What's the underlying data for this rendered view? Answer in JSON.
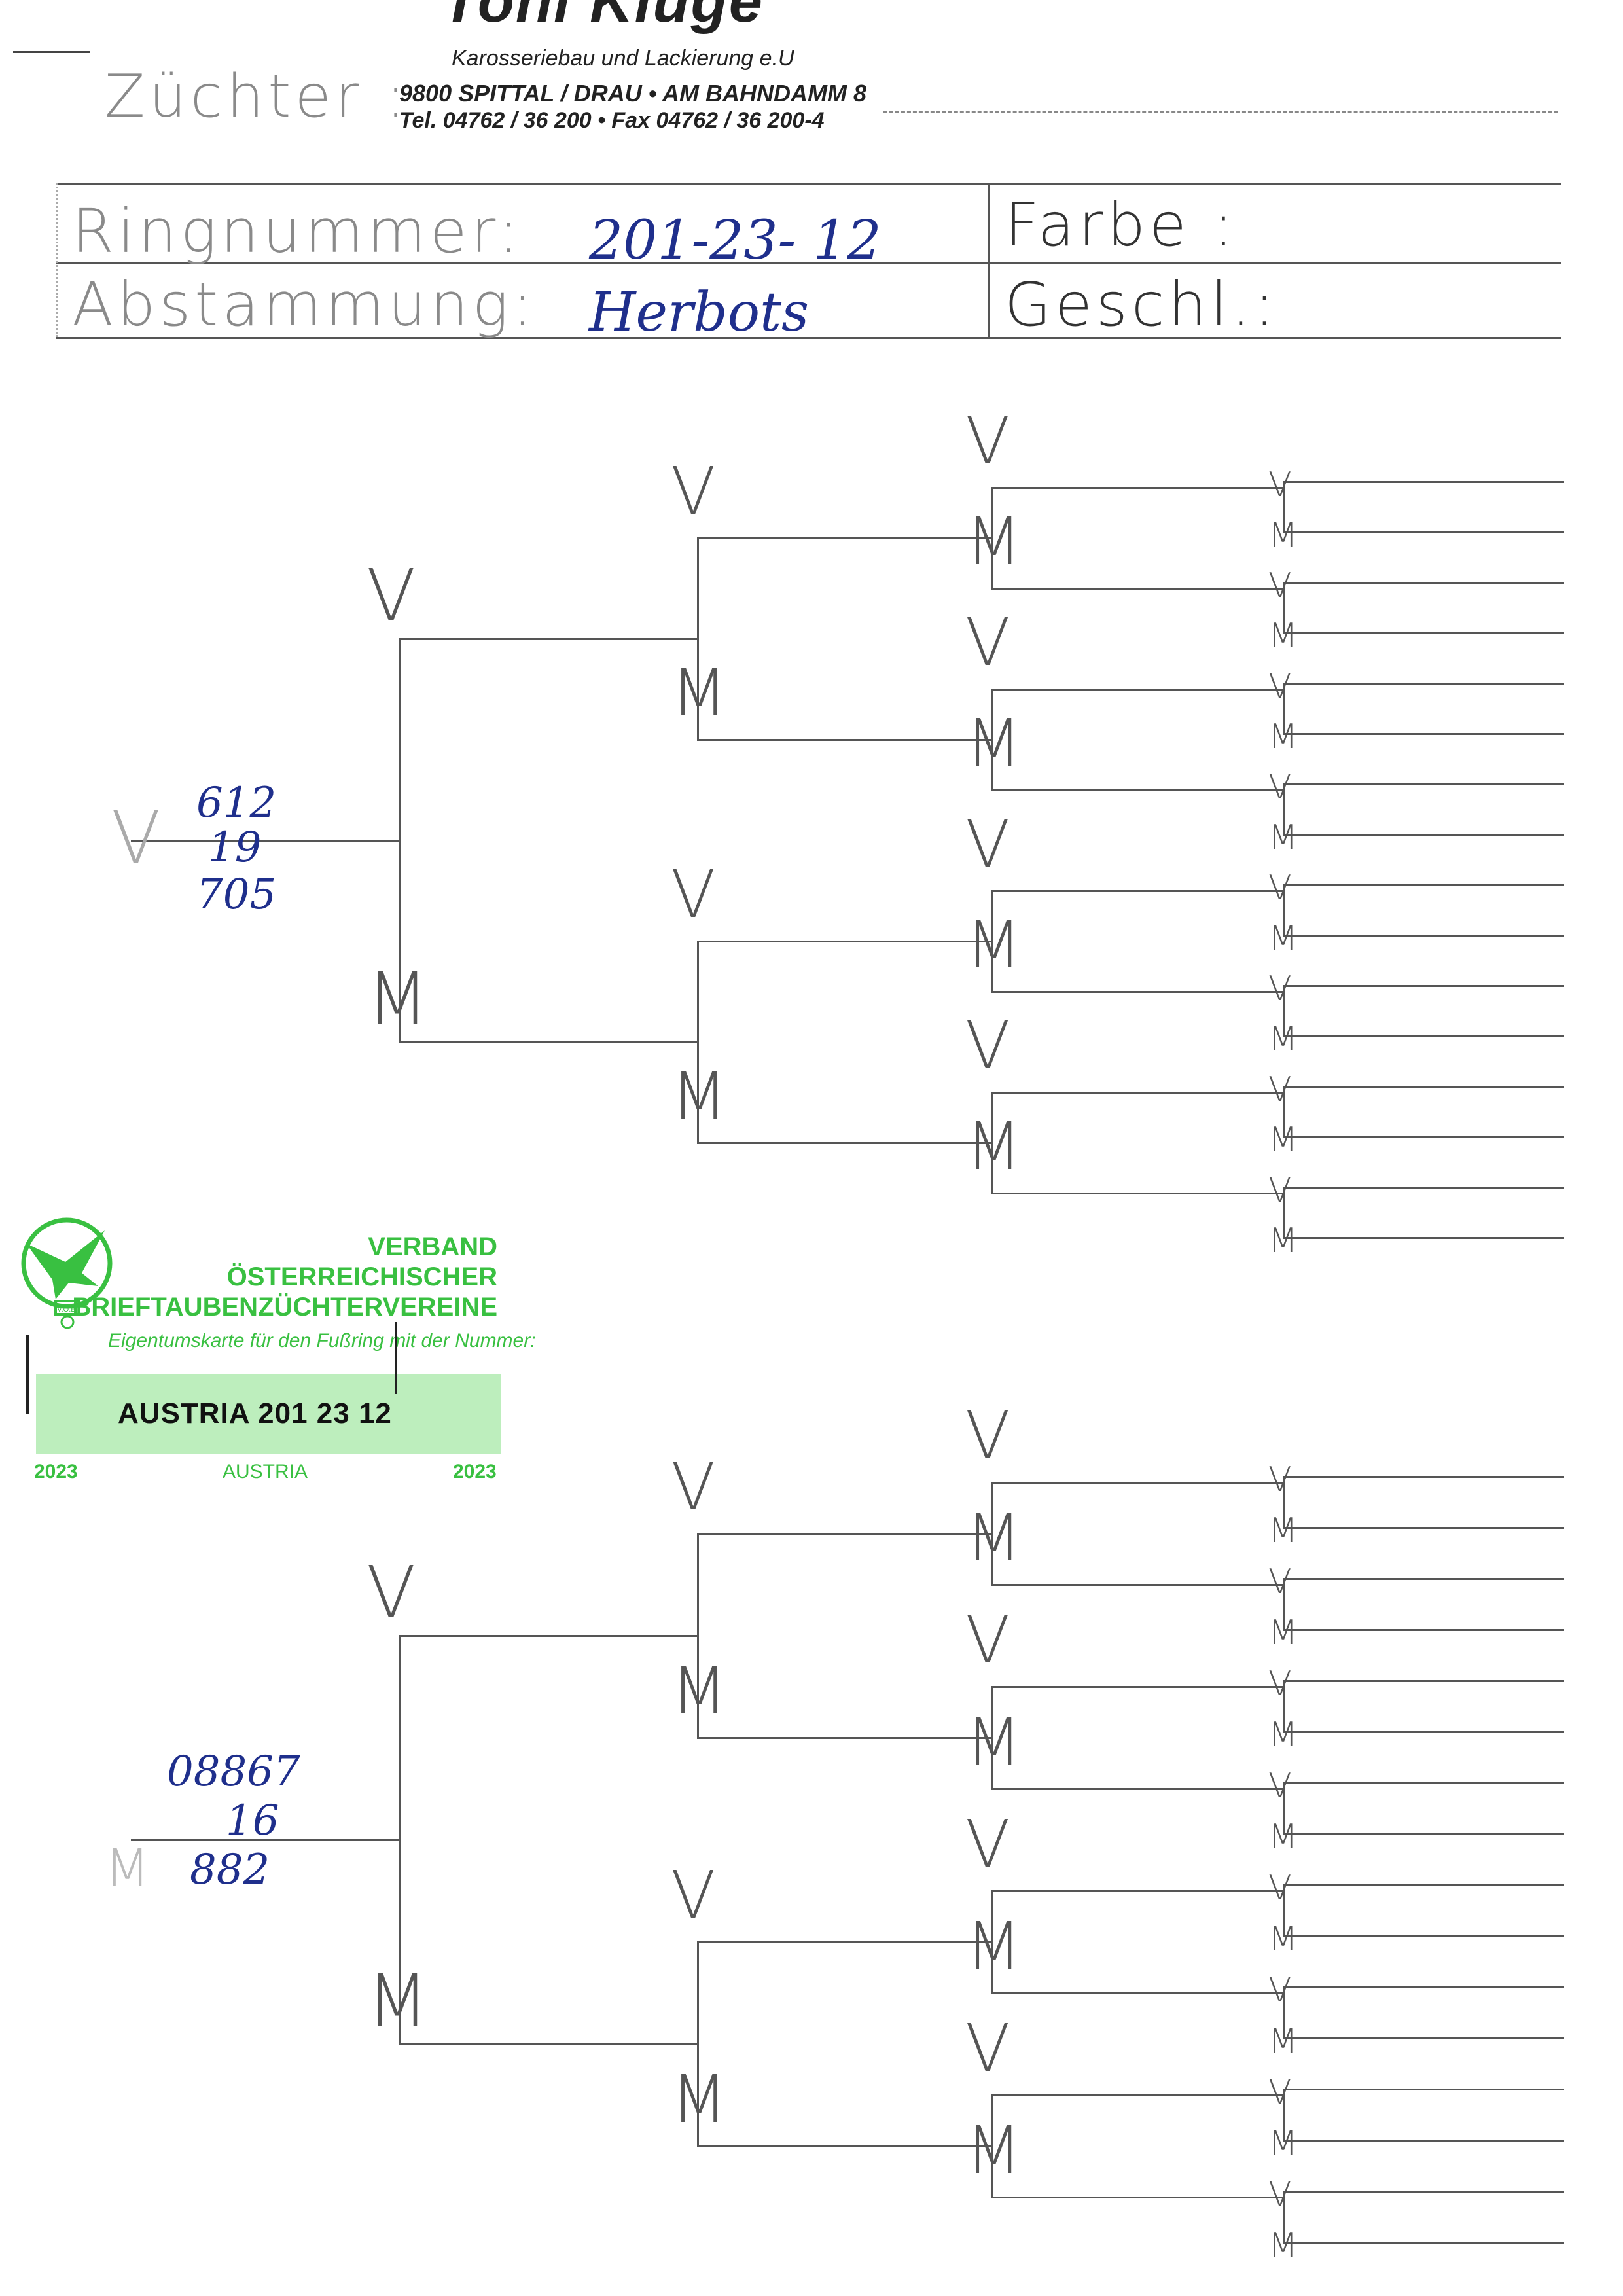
{
  "header": {
    "stamp_brand": "Toni Kluge",
    "stamp_line1": "Karosseriebau und Lackierung e.U",
    "stamp_line2": "9800 SPITTAL / DRAU • AM BAHNDAMM 8",
    "stamp_line3": "Tel. 04762 / 36 200 • Fax 04762 / 36 200-4",
    "zuechter_label": "Züchter :"
  },
  "form": {
    "ringnummer_label": "Ringnummer:",
    "ringnummer_value": "201-23- 12",
    "farbe_label": "Farbe :",
    "abstammung_label": "Abstammung:",
    "abstammung_value": "Herbots",
    "geschl_label": "Geschl.:"
  },
  "pedigree": {
    "vater_label": "V",
    "mutter_label": "M",
    "father_ring": [
      "612",
      "19",
      "705"
    ],
    "mother_ring": [
      "08867",
      "16",
      "882"
    ]
  },
  "card": {
    "title_line1": "VERBAND",
    "title_line2": "ÖSTERREICHISCHER",
    "title_line3": "BRIEFTAUBENZÜCHTERVEREINE",
    "subtitle": "Eigentumskarte für den Fußring mit der Nummer:",
    "ring_number": "AUSTRIA 201 23  12",
    "year_left": "2023",
    "country": "AUSTRIA",
    "year_right": "2023",
    "logo_text": "V.Ö.B."
  }
}
